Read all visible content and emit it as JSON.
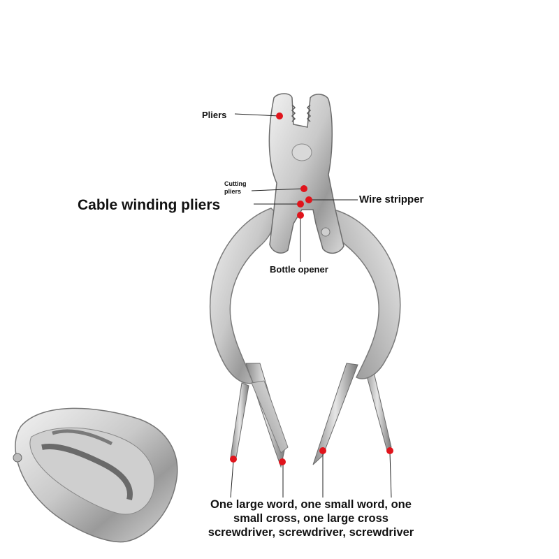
{
  "labels": {
    "pliers": "Pliers",
    "cutting_pliers_line1": "Cutting",
    "cutting_pliers_line2": "pliers",
    "wire_stripper": "Wire stripper",
    "cable_winding_pliers": "Cable winding pliers",
    "bottle_opener": "Bottle opener",
    "screwdrivers_line1": "One large word, one small word, one",
    "screwdrivers_line2": "small cross, one large cross",
    "screwdrivers_line3": "screwdriver, screwdriver, screwdriver"
  },
  "colors": {
    "marker": "#e0141c",
    "steel_light": "#e4e4e4",
    "steel_mid": "#b9b9b9",
    "steel_dark": "#6e6e6e",
    "text": "#111111"
  }
}
